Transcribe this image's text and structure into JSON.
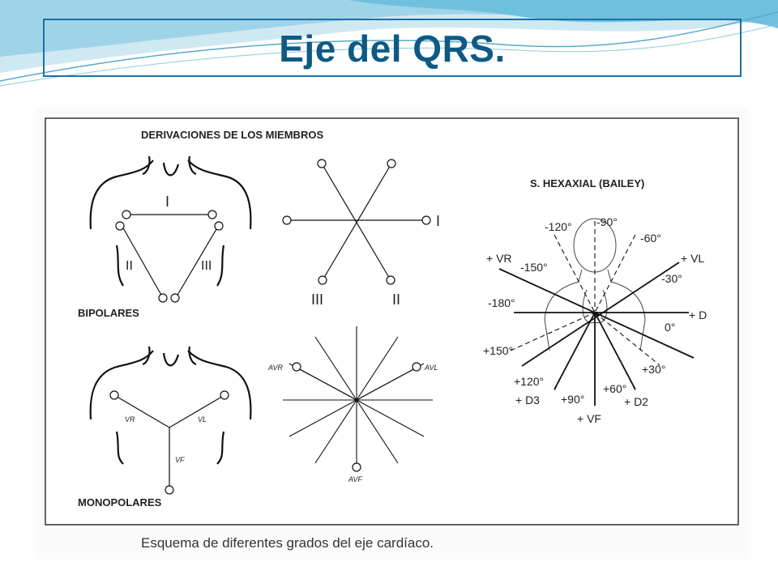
{
  "slide": {
    "title": "Eje del QRS.",
    "accent_color": "#0f5a84",
    "border_color": "#1c6fa8"
  },
  "figure": {
    "header_limbs": "DERIVACIONES DE LOS MIEMBROS",
    "label_bipolares": "BIPOLARES",
    "label_monopolares": "MONOPOLARES",
    "hexaxial_title": "S. HEXAXIAL (BAILEY)",
    "caption": "Esquema de diferentes grados del eje cardíaco.",
    "bipolar_leads": {
      "I": "I",
      "II": "II",
      "III": "III"
    },
    "monopolar_leads": {
      "VR": "VR",
      "VL": "VL",
      "VF": "VF"
    },
    "augmented_leads": {
      "AVR": "AVR",
      "AVL": "AVL",
      "AVF": "AVF"
    },
    "triaxial_labels": {
      "I": "I",
      "II": "II",
      "III": "III"
    },
    "hexaxial_labels": {
      "m120": "-120°",
      "m90": "-90°",
      "m60": "-60°",
      "vr": "+ VR",
      "m150": "-150°",
      "vl": "+ VL",
      "m30": "-30°",
      "m180": "-180°",
      "d": "+ D",
      "zero": "0°",
      "p150": "+150°",
      "p30": "+30°",
      "p120": "+120°",
      "p60": "+60°",
      "d3": "+ D3",
      "p90": "+90°",
      "d2": "+ D2",
      "vf": "+ VF"
    }
  }
}
